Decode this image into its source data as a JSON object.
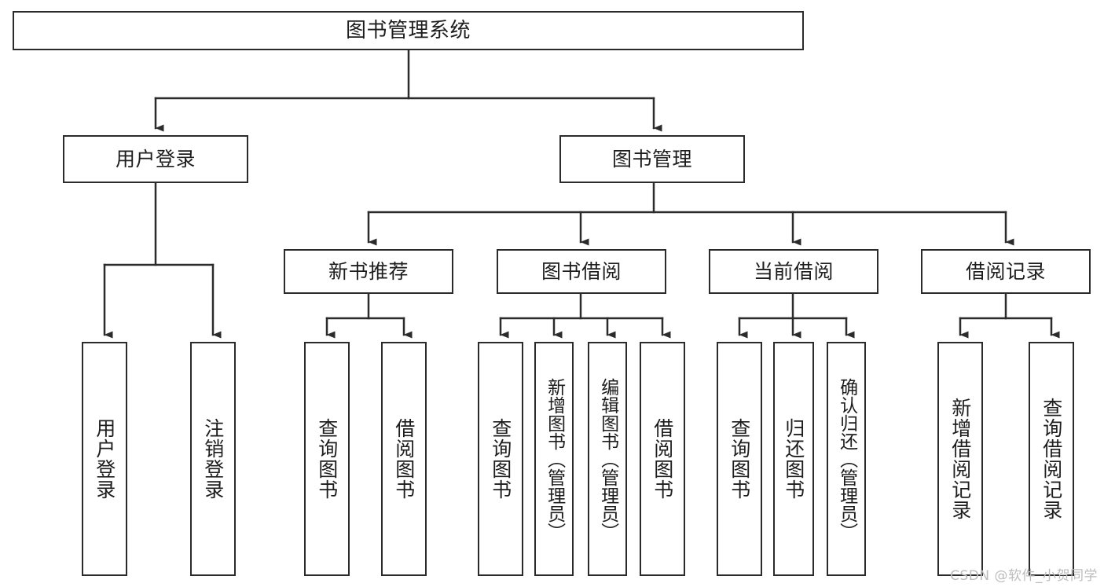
{
  "diagram": {
    "title": "图书管理系统",
    "type": "hierarchy-tree",
    "background_color": "#ffffff",
    "line_color": "#2b2b2b",
    "text_color": "#1d1d1d",
    "watermark": "CSDN @软件_小贺同学",
    "watermark_color": "#bcbcbc",
    "levels": [
      {
        "level": 1,
        "nodes": [
          {
            "id": "root",
            "label": "图书管理系统",
            "orientation": "horizontal"
          }
        ]
      },
      {
        "level": 2,
        "nodes": [
          {
            "id": "login",
            "label": "用户登录",
            "orientation": "horizontal",
            "parent": "root"
          },
          {
            "id": "bookmgmt",
            "label": "图书管理",
            "orientation": "horizontal",
            "parent": "root"
          }
        ]
      },
      {
        "level": 3,
        "nodes": [
          {
            "id": "newbook",
            "label": "新书推荐",
            "orientation": "horizontal",
            "parent": "bookmgmt"
          },
          {
            "id": "borrow",
            "label": "图书借阅",
            "orientation": "horizontal",
            "parent": "bookmgmt"
          },
          {
            "id": "current",
            "label": "当前借阅",
            "orientation": "horizontal",
            "parent": "bookmgmt"
          },
          {
            "id": "records",
            "label": "借阅记录",
            "orientation": "horizontal",
            "parent": "bookmgmt"
          }
        ]
      },
      {
        "level": 4,
        "nodes": [
          {
            "id": "leaf-user-login",
            "label": "用户登录",
            "orientation": "vertical",
            "parent": "login"
          },
          {
            "id": "leaf-user-logout",
            "label": "注销登录",
            "orientation": "vertical",
            "parent": "login"
          },
          {
            "id": "leaf-nb-query",
            "label": "查询图书",
            "orientation": "vertical",
            "parent": "newbook"
          },
          {
            "id": "leaf-nb-borrow",
            "label": "借阅图书",
            "orientation": "vertical",
            "parent": "newbook"
          },
          {
            "id": "leaf-bw-query",
            "label": "查询图书",
            "orientation": "vertical",
            "parent": "borrow"
          },
          {
            "id": "leaf-bw-add",
            "label": "新增图书（管理员）",
            "orientation": "vertical",
            "parent": "borrow"
          },
          {
            "id": "leaf-bw-edit",
            "label": "编辑图书（管理员）",
            "orientation": "vertical",
            "parent": "borrow"
          },
          {
            "id": "leaf-bw-borrow",
            "label": "借阅图书",
            "orientation": "vertical",
            "parent": "borrow"
          },
          {
            "id": "leaf-cu-query",
            "label": "查询图书",
            "orientation": "vertical",
            "parent": "current"
          },
          {
            "id": "leaf-cu-return",
            "label": "归还图书",
            "orientation": "vertical",
            "parent": "current"
          },
          {
            "id": "leaf-cu-confirm",
            "label": "确认归还（管理员）",
            "orientation": "vertical",
            "parent": "current"
          },
          {
            "id": "leaf-rc-add",
            "label": "新增借阅记录",
            "orientation": "vertical",
            "parent": "records"
          },
          {
            "id": "leaf-rc-query",
            "label": "查询借阅记录",
            "orientation": "vertical",
            "parent": "records"
          }
        ]
      }
    ]
  }
}
